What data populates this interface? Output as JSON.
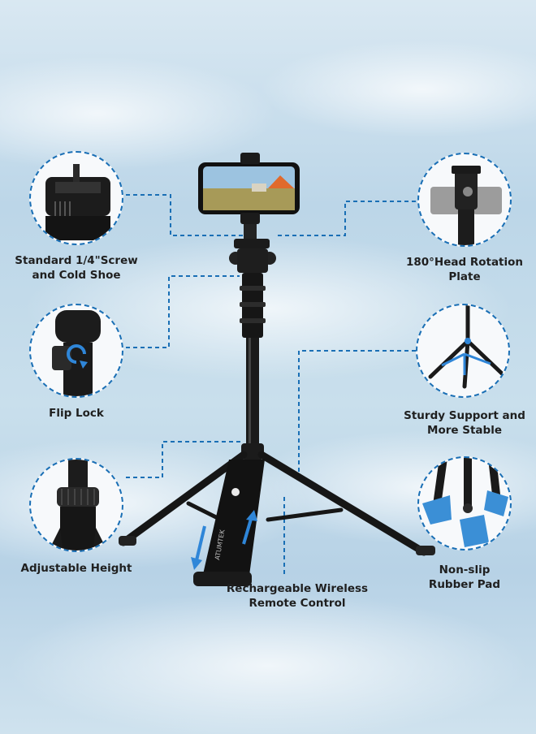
{
  "features": {
    "top_left": "Standard 1/4\"Screw\nand Cold Shoe",
    "top_right": "180°Head Rotation\nPlate",
    "mid_left": "Flip Lock",
    "mid_right": "Sturdy Support and\nMore Stable",
    "bottom_left": "Adjustable Height",
    "bottom_right": "Non-slip\nRubber Pad",
    "center_bottom": "Rechargeable Wireless\nRemote Control"
  },
  "remote_brand": "ATUMTEK",
  "colors": {
    "accent": "#1a6fb5",
    "product": "#1b1b1b",
    "pad_blue": "#3b8fd6"
  }
}
